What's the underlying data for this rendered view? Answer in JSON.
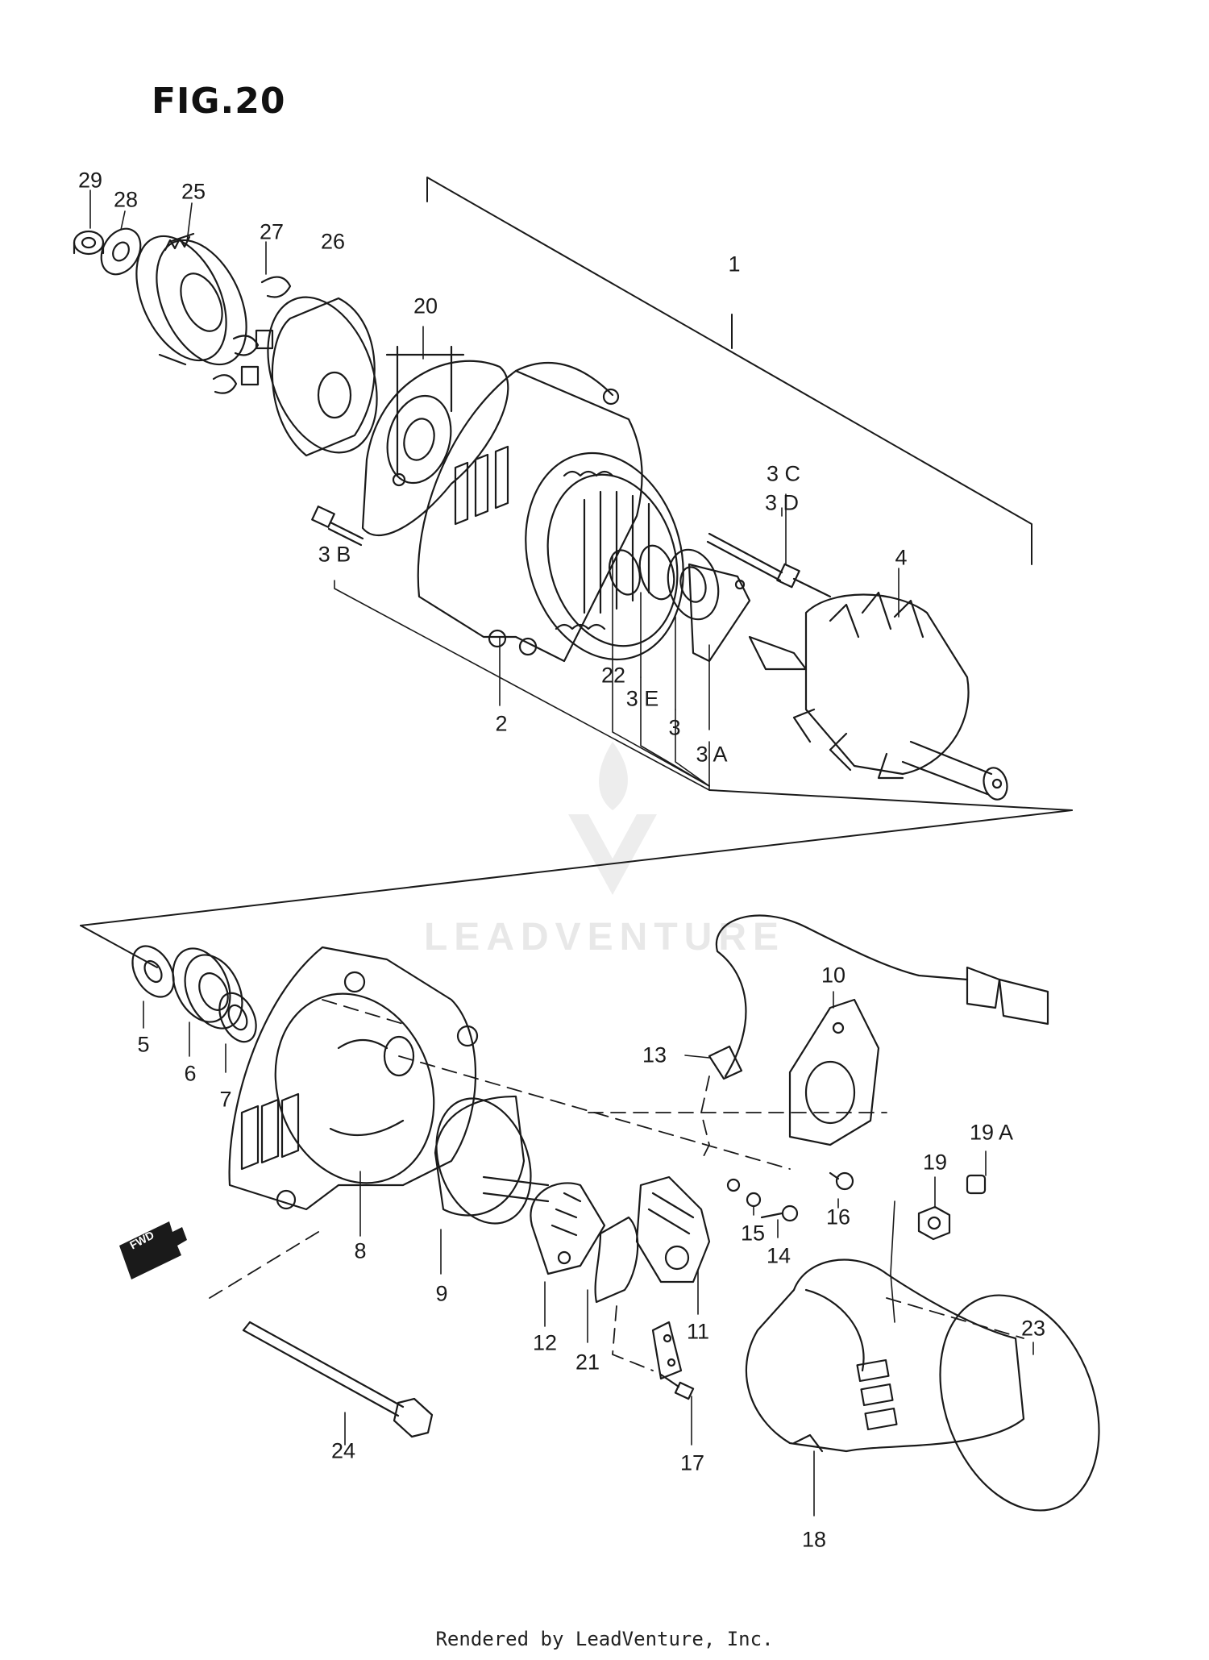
{
  "figure": {
    "title": "FIG.20"
  },
  "watermark": {
    "text": "LEADVENTURE"
  },
  "footer": {
    "text": "Rendered by LeadVenture, Inc."
  },
  "fwd_label": "FWD",
  "callouts": [
    {
      "id": "c29",
      "text": "29"
    },
    {
      "id": "c28",
      "text": "28"
    },
    {
      "id": "c25",
      "text": "25"
    },
    {
      "id": "c27",
      "text": "27"
    },
    {
      "id": "c26",
      "text": "26"
    },
    {
      "id": "c20",
      "text": "20"
    },
    {
      "id": "c1",
      "text": "1"
    },
    {
      "id": "c3c",
      "text": "3 C"
    },
    {
      "id": "c3d",
      "text": "3 D"
    },
    {
      "id": "c3b",
      "text": "3 B"
    },
    {
      "id": "c4",
      "text": "4"
    },
    {
      "id": "c22",
      "text": "22"
    },
    {
      "id": "c3e",
      "text": "3 E"
    },
    {
      "id": "c3",
      "text": "3"
    },
    {
      "id": "c3a",
      "text": "3 A"
    },
    {
      "id": "c2",
      "text": "2"
    },
    {
      "id": "c5",
      "text": "5"
    },
    {
      "id": "c6",
      "text": "6"
    },
    {
      "id": "c7",
      "text": "7"
    },
    {
      "id": "c10",
      "text": "10"
    },
    {
      "id": "c13",
      "text": "13"
    },
    {
      "id": "c19a",
      "text": "19 A"
    },
    {
      "id": "c19",
      "text": "19"
    },
    {
      "id": "c8",
      "text": "8"
    },
    {
      "id": "c15",
      "text": "15"
    },
    {
      "id": "c16",
      "text": "16"
    },
    {
      "id": "c14",
      "text": "14"
    },
    {
      "id": "c9",
      "text": "9"
    },
    {
      "id": "c12",
      "text": "12"
    },
    {
      "id": "c11",
      "text": "11"
    },
    {
      "id": "c21",
      "text": "21"
    },
    {
      "id": "c23",
      "text": "23"
    },
    {
      "id": "c24",
      "text": "24"
    },
    {
      "id": "c17",
      "text": "17"
    },
    {
      "id": "c18",
      "text": "18"
    }
  ]
}
